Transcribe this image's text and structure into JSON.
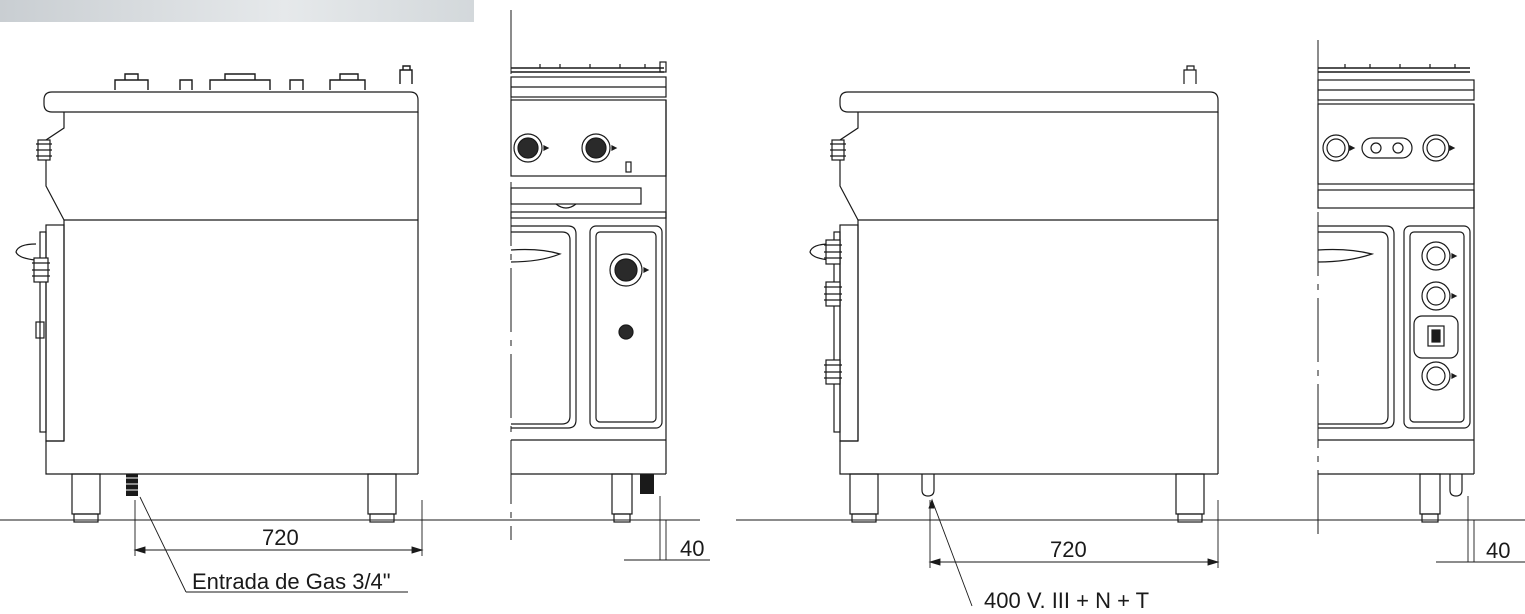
{
  "gas_unit": {
    "width_dimension": "720",
    "foot_dimension": "40",
    "connection_label": "Entrada de Gas 3/4\""
  },
  "electric_unit": {
    "width_dimension": "720",
    "foot_dimension": "40",
    "connection_label": "400 V. III + N + T"
  },
  "colors": {
    "line": "#1a1a1a",
    "fill": "#ffffff",
    "knob": "#2a2a2a",
    "banner": "#d9dde0"
  }
}
